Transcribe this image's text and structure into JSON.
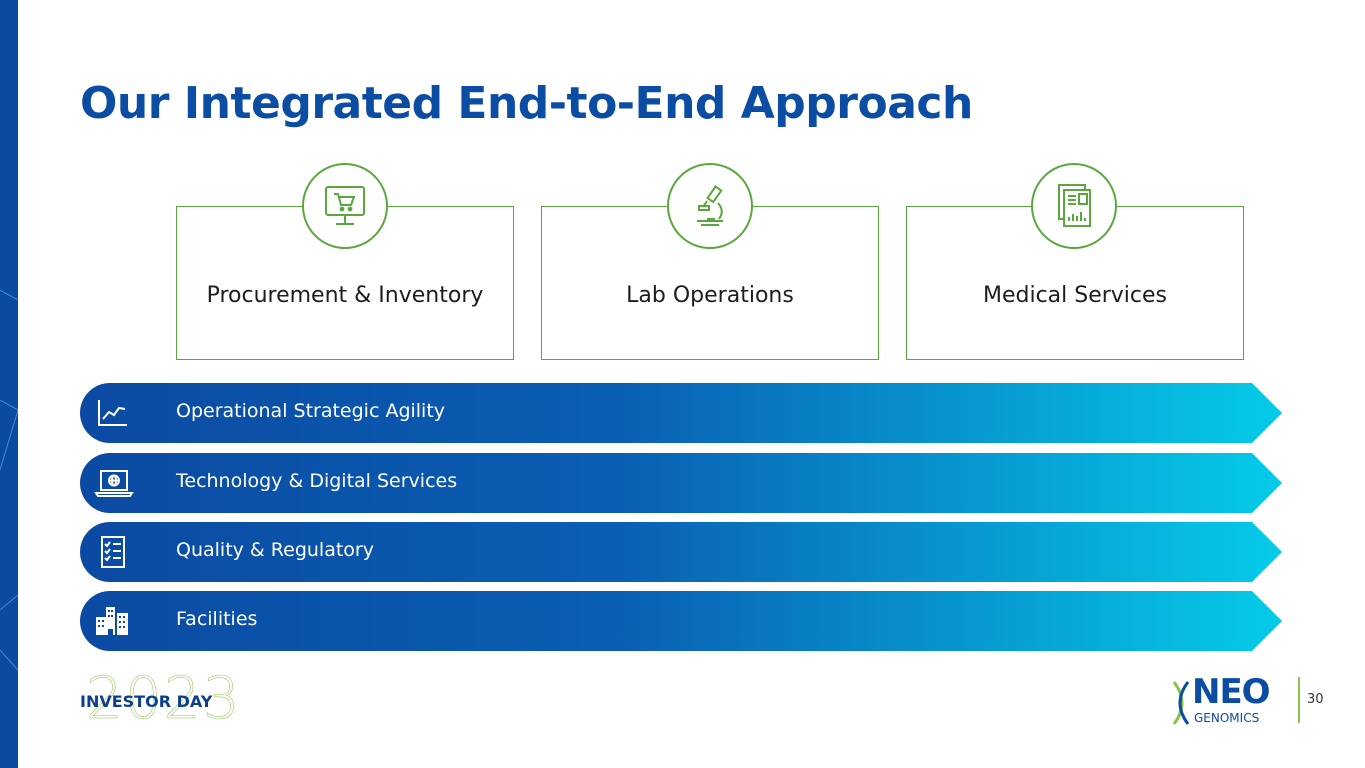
{
  "slide": {
    "title": "Our Integrated End-to-End Approach",
    "page_number": "30"
  },
  "pillars": [
    {
      "label": "Procurement & Inventory",
      "icon": "shopping-cart-monitor-icon"
    },
    {
      "label": "Lab Operations",
      "icon": "microscope-icon"
    },
    {
      "label": "Medical Services",
      "icon": "medical-report-icon"
    }
  ],
  "bands": [
    {
      "label": "Operational Strategic Agility",
      "icon": "line-chart-icon"
    },
    {
      "label": "Technology & Digital Services",
      "icon": "laptop-globe-icon"
    },
    {
      "label": "Quality & Regulatory",
      "icon": "checklist-icon"
    },
    {
      "label": "Facilities",
      "icon": "buildings-icon"
    }
  ],
  "footer": {
    "event_year": "2023",
    "event_name": "INVESTOR DAY",
    "brand_name": "NEO",
    "brand_sub": "GENOMICS"
  },
  "colors": {
    "title": "#0b4da3",
    "green_accent": "#5aa73d",
    "band_start": "#0b4aa2",
    "band_end": "#05c8e6"
  }
}
